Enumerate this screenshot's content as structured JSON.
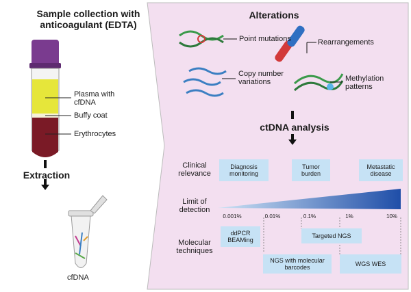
{
  "left": {
    "title": "Sample collection with anticoagulant (EDTA)",
    "plasma": "Plasma with cfDNA",
    "buffy": "Buffy coat",
    "erythro": "Erythrocytes",
    "extraction": "Extraction",
    "cfdna": "cfDNA"
  },
  "right": {
    "title": "Alterations",
    "point_mutations": "Point mutations",
    "rearrangements": "Rearrangements",
    "copy_number": "Copy number variations",
    "methylation": "Methylation patterns",
    "ctdna": "ctDNA analysis",
    "clinical_relevance": "Clinical relevance",
    "clinical_boxes": [
      "Diagnosis monitoring",
      "Tumor burden",
      "Metastatic disease"
    ],
    "limit_label": "Limit of detection",
    "ticks": [
      "0.001%",
      "0.01%",
      "0.1%",
      "1%",
      "10%"
    ],
    "molecular_label": "Molecular techniques",
    "technique_boxes": [
      "ddPCR BEAMing",
      "Targeted NGS",
      "NGS with molecular barcodes",
      "WGS WES"
    ]
  },
  "colors": {
    "left_bg": "#fbf0d8",
    "right_bg": "#f3dff0",
    "box": "#c6e2f5",
    "gradient_end": "#1f4ea8",
    "cap": "#7a3b8f",
    "plasma": "#e6e63a",
    "blood": "#7a1a26"
  }
}
